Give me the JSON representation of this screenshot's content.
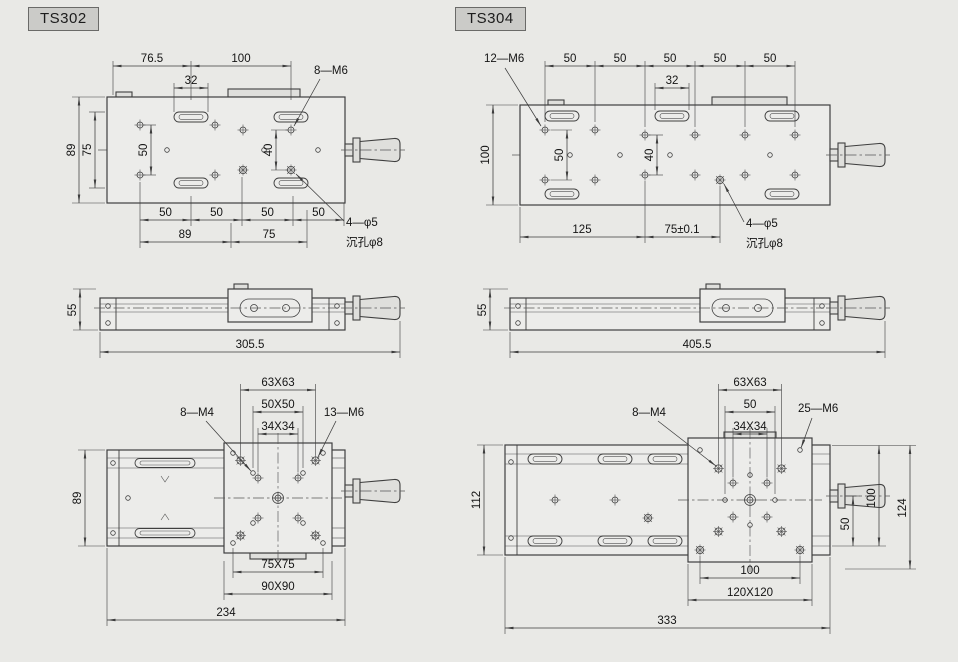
{
  "badges": {
    "ts302": "TS302",
    "ts304": "TS304"
  },
  "ts302": {
    "top": {
      "w1": "76.5",
      "w2": "100",
      "slot": "32",
      "thread": "8—M6",
      "h1": "89",
      "h2": "75",
      "v1": "50",
      "v2": "40",
      "p1": "50",
      "p2": "50",
      "p3": "50",
      "p4": "50",
      "b1": "89",
      "b2": "75",
      "hole": "4—φ5",
      "cbore": "沉孔φ8"
    },
    "side": {
      "h": "55",
      "len": "305.5"
    },
    "front": {
      "sq1": "63X63",
      "sq2": "50X50",
      "sq3": "34X34",
      "thread1": "8—M4",
      "thread2": "13—M6",
      "h": "89",
      "sq4": "75X75",
      "sq5": "90X90",
      "len": "234"
    }
  },
  "ts304": {
    "top": {
      "thread": "12—M6",
      "p1": "50",
      "p2": "50",
      "p3": "50",
      "p4": "50",
      "p5": "50",
      "slot": "32",
      "h1": "100",
      "v1": "50",
      "v2": "40",
      "b1": "125",
      "b2": "75±0.1",
      "hole": "4—φ5",
      "cbore": "沉孔φ8"
    },
    "side": {
      "h": "55",
      "len": "405.5"
    },
    "front": {
      "sq1": "63X63",
      "sq2": "50",
      "sq3": "34X34",
      "thread1": "8—M4",
      "thread2": "25—M6",
      "h": "112",
      "r1": "50",
      "r2": "100",
      "r3": "124",
      "b1": "100",
      "sq4": "120X120",
      "len": "333"
    }
  }
}
